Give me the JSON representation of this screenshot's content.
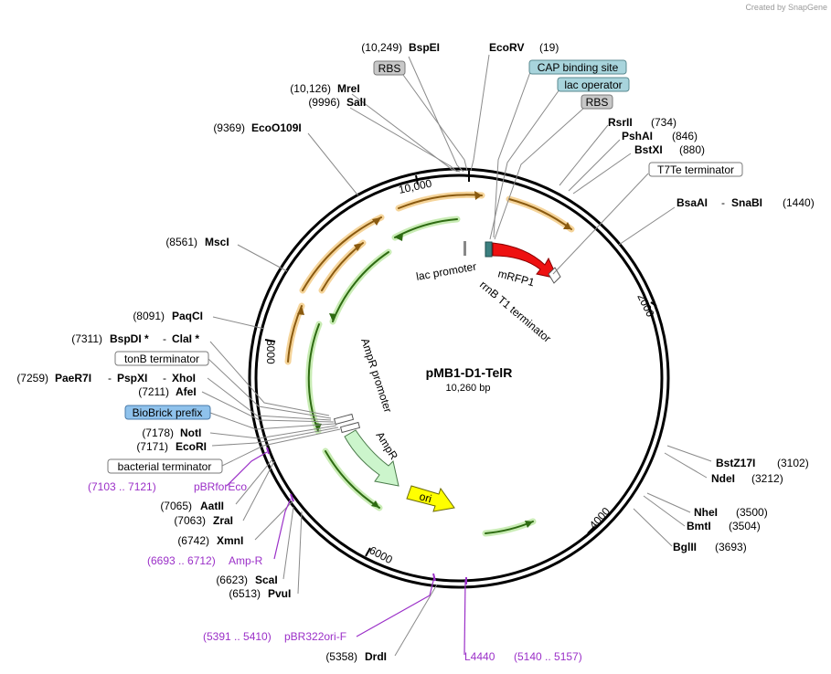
{
  "watermark": "Created by SnapGene",
  "plasmid": {
    "name": "pMB1-D1-TelR",
    "length": "10,260 bp"
  },
  "ring_ticks": [
    "10,000",
    "2000",
    "4000",
    "6000",
    "8000"
  ],
  "sites": [
    {
      "pos": "(10,249)",
      "name": "BspEI"
    },
    {
      "pos": "(19)",
      "name": "EcoRV"
    },
    {
      "pos": "(10,126)",
      "name": "MreI"
    },
    {
      "pos": "(9996)",
      "name": "SalI"
    },
    {
      "pos": "(9369)",
      "name": "EcoO109I"
    },
    {
      "pos": "(734)",
      "name": "RsrII"
    },
    {
      "pos": "(846)",
      "name": "PshAI"
    },
    {
      "pos": "(880)",
      "name": "BstXI"
    },
    {
      "pos": "(1440)",
      "name": "BsaAI",
      "name2": "SnaBI"
    },
    {
      "pos": "(8561)",
      "name": "MscI"
    },
    {
      "pos": "(8091)",
      "name": "PaqCI"
    },
    {
      "pos": "(7311)",
      "name": "BspDI *",
      "name2": "ClaI *"
    },
    {
      "pos": "(7259)",
      "name": "PaeR7I",
      "name2": "PspXI",
      "name3": "XhoI"
    },
    {
      "pos": "(7211)",
      "name": "AfeI"
    },
    {
      "pos": "(7178)",
      "name": "NotI"
    },
    {
      "pos": "(7171)",
      "name": "EcoRI"
    },
    {
      "pos": "(7065)",
      "name": "AatII"
    },
    {
      "pos": "(7063)",
      "name": "ZraI"
    },
    {
      "pos": "(6742)",
      "name": "XmnI"
    },
    {
      "pos": "(6623)",
      "name": "ScaI"
    },
    {
      "pos": "(6513)",
      "name": "PvuI"
    },
    {
      "pos": "(5358)",
      "name": "DrdI"
    },
    {
      "pos": "(3102)",
      "name": "BstZ17I"
    },
    {
      "pos": "(3212)",
      "name": "NdeI"
    },
    {
      "pos": "(3500)",
      "name": "NheI"
    },
    {
      "pos": "(3504)",
      "name": "BmtI"
    },
    {
      "pos": "(3693)",
      "name": "BglII"
    }
  ],
  "feature_boxes": {
    "rbs1": "RBS",
    "cap": "CAP binding site",
    "lacop": "lac operator",
    "rbs2": "RBS",
    "t7te": "T7Te terminator",
    "tonb": "tonB terminator",
    "biobrick": "BioBrick prefix",
    "bact": "bacterial terminator"
  },
  "primers": [
    {
      "range": "(7103 .. 7121)",
      "name": "pBRforEco"
    },
    {
      "range": "(6693 .. 6712)",
      "name": "Amp-R"
    },
    {
      "range": "(5391 .. 5410)",
      "name": "pBR322ori-F"
    },
    {
      "range": "(5140 .. 5157)",
      "name": "L4440"
    }
  ],
  "features": {
    "lac_promoter": "lac promoter",
    "mrfp1": "mRFP1",
    "rrnb": "rrnB T1 terminator",
    "ampr_promoter": "AmpR promoter",
    "ampr": "AmpR",
    "ori": "ori"
  },
  "colors": {
    "mrfp1": "#ee1111",
    "ori": "#ffff00",
    "ampr": "#ccf5cc",
    "orf_orange": "#e8b060",
    "orf_green": "#8fcf6a",
    "box_gray": "#c8c8c8",
    "box_teal": "#a8d4dc",
    "box_blue": "#8fc2ec",
    "primer": "#9b30c8"
  }
}
